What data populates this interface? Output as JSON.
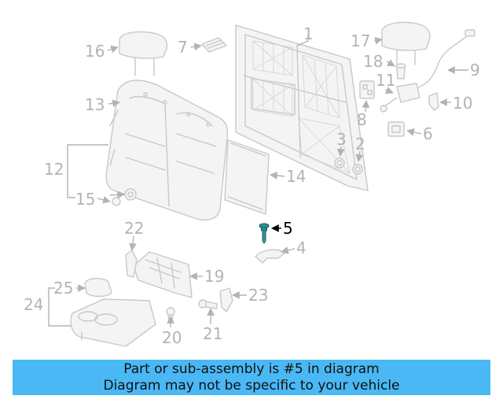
{
  "callouts": {
    "c1": "1",
    "c2": "2",
    "c3": "3",
    "c4": "4",
    "c5": "5",
    "c6": "6",
    "c7": "7",
    "c8": "8",
    "c9": "9",
    "c10": "10",
    "c11": "11",
    "c12": "12",
    "c13": "13",
    "c14": "14",
    "c15": "15",
    "c16": "16",
    "c17": "17",
    "c18": "18",
    "c19": "19",
    "c20": "20",
    "c21": "21",
    "c22": "22",
    "c23": "23",
    "c24": "24",
    "c25": "25"
  },
  "highlighted_part": "5",
  "banner": {
    "line1": "Part or sub-assembly is #5 in diagram",
    "line2": "Diagram may not be specific to your vehicle",
    "background": "#4ab8f4"
  }
}
